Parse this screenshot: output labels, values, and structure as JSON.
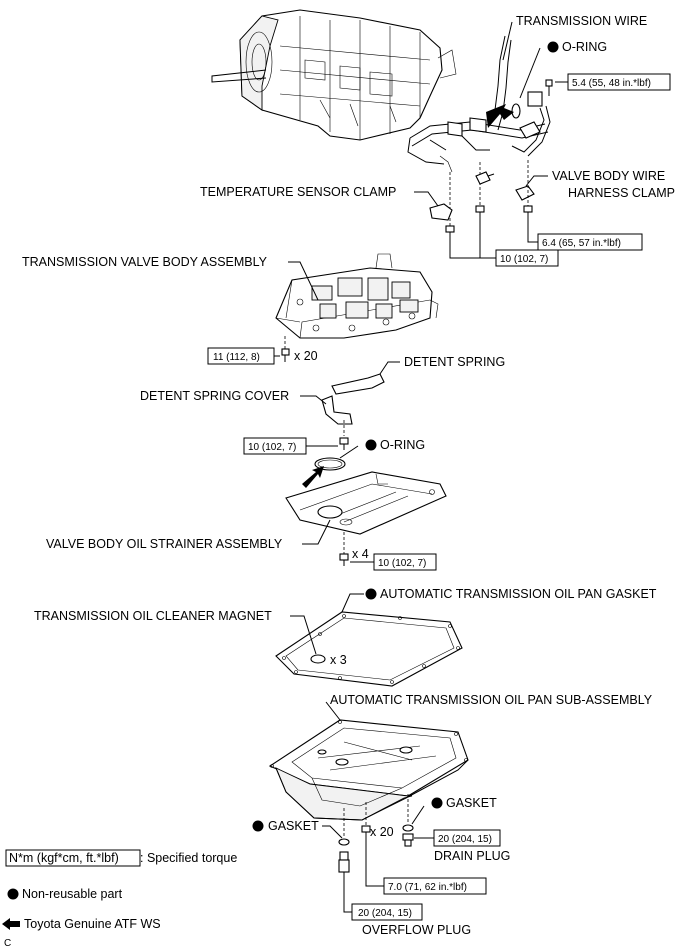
{
  "labels": {
    "transmission_wire": "TRANSMISSION WIRE",
    "oring_top": "O-RING",
    "temp_sensor_clamp": "TEMPERATURE SENSOR CLAMP",
    "vb_wire_harness_clamp_1": "VALVE BODY WIRE",
    "vb_wire_harness_clamp_2": "HARNESS CLAMP",
    "valve_body_assembly": "TRANSMISSION VALVE BODY ASSEMBLY",
    "detent_spring": "DETENT SPRING",
    "detent_spring_cover": "DETENT SPRING COVER",
    "oring_mid": "O-RING",
    "strainer_assembly": "VALVE BODY OIL STRAINER ASSEMBLY",
    "oil_pan_gasket": "AUTOMATIC TRANSMISSION OIL PAN GASKET",
    "cleaner_magnet": "TRANSMISSION OIL CLEANER MAGNET",
    "oil_pan_sub_assembly": "AUTOMATIC TRANSMISSION OIL PAN SUB-ASSEMBLY",
    "gasket_right": "GASKET",
    "gasket_left": "GASKET",
    "drain_plug": "DRAIN PLUG",
    "overflow_plug": "OVERFLOW PLUG"
  },
  "torques": {
    "t_5_4": "5.4 (55, 48 in.*lbf)",
    "t_6_4": "6.4 (65, 57 in.*lbf)",
    "t_10_a": "10 (102, 7)",
    "t_11": "11 (112, 8)",
    "t_10_b": "10 (102, 7)",
    "t_10_c": "10 (102, 7)",
    "t_20_drain": "20 (204, 15)",
    "t_7_0": "7.0 (71, 62 in.*lbf)",
    "t_20_overflow": "20 (204, 15)"
  },
  "quantities": {
    "x20_valve": "x 20",
    "x4_strainer": "x 4",
    "x3_magnet": "x 3",
    "x20_pan": "x 20"
  },
  "legend": {
    "torque_box": "N*m (kgf*cm, ft.*lbf)",
    "torque_text": ": Specified torque",
    "non_reusable": "Non-reusable part",
    "atf": "Toyota Genuine ATF WS"
  },
  "corner_code": "C"
}
